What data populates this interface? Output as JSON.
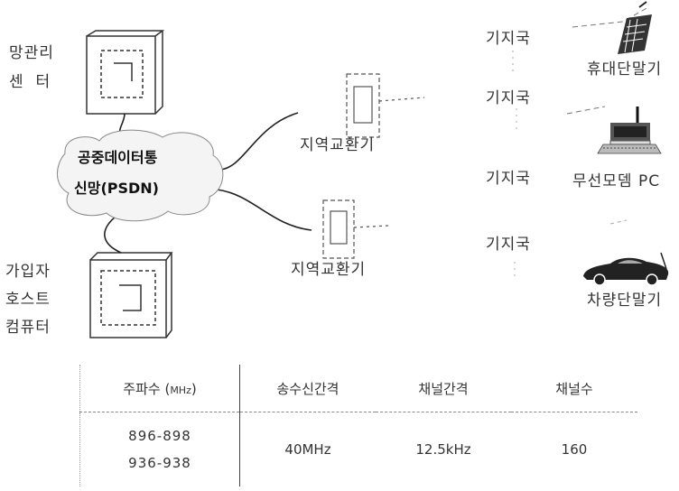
{
  "network_center": {
    "line1": "망관리",
    "line2": "센  터"
  },
  "subscriber_host": {
    "line1": "가입자",
    "line2": "호스트",
    "line3": "컴퓨터"
  },
  "psdn": {
    "line1": "공중데이터통",
    "line2": "신망(PSDN)"
  },
  "exchanges": [
    "지역교환기",
    "지역교환기"
  ],
  "base_stations": [
    "기지국",
    "기지국",
    "기지국",
    "기지국"
  ],
  "terminals": [
    "휴대단말기",
    "무선모뎀 PC",
    "차량단말기"
  ],
  "table": {
    "headers": [
      "주파수 (",
      "MHz",
      ")",
      "송수신간격",
      "채널간격",
      "채널수"
    ],
    "freq": [
      "896-898",
      "936-938"
    ],
    "spacing": "40MHz",
    "channel_spacing": "12.5kHz",
    "channels": "160"
  }
}
